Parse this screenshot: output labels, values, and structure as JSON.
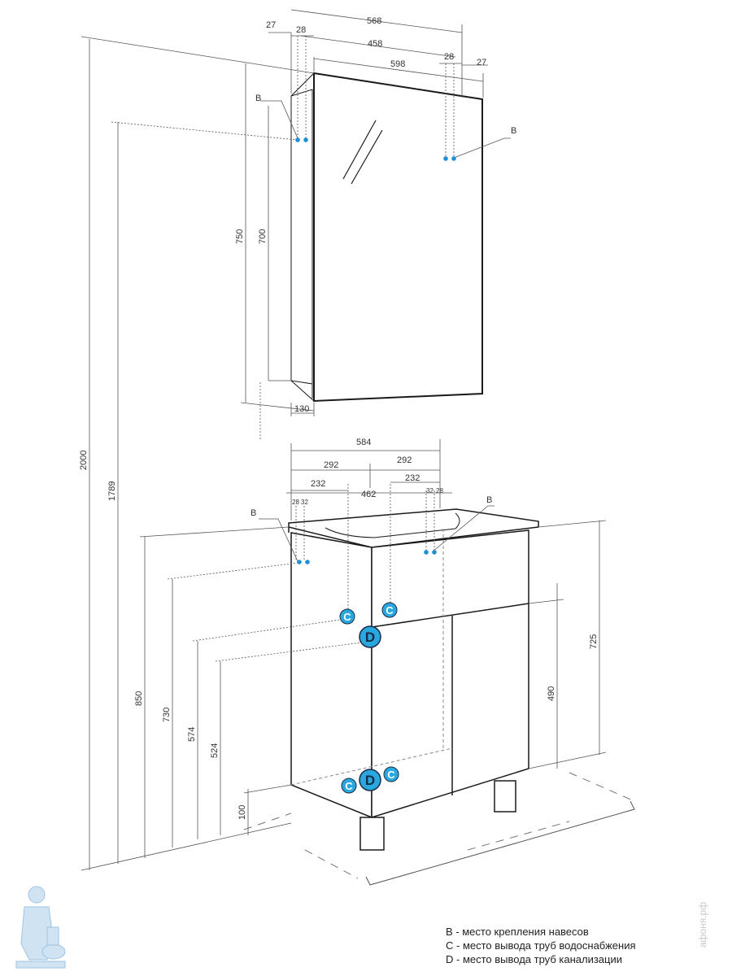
{
  "dimensions": {
    "mirror_top": [
      "568",
      "27",
      "28",
      "458",
      "598",
      "28",
      "27"
    ],
    "mirror_side": [
      "750",
      "700",
      "130"
    ],
    "cabinet_top": [
      "584",
      "292",
      "292",
      "232",
      "232",
      "462",
      "28",
      "32",
      "32",
      "28"
    ],
    "heights_left": [
      "2000",
      "1789",
      "850",
      "730",
      "574",
      "524",
      "100"
    ],
    "heights_right": [
      "725",
      "490"
    ]
  },
  "markers": {
    "b": "B",
    "c": "C",
    "d": "D"
  },
  "legend": [
    "B - место крепления навесов",
    "C - место вывода труб водоснабжения",
    "D - место вывода труб канализации"
  ],
  "watermark": "афоня.рф",
  "colors": {
    "line": "#1a1a1a",
    "dim_line": "#555555",
    "dot_blue": "#1e8fd6",
    "circle_fill": "#29a8e0"
  }
}
